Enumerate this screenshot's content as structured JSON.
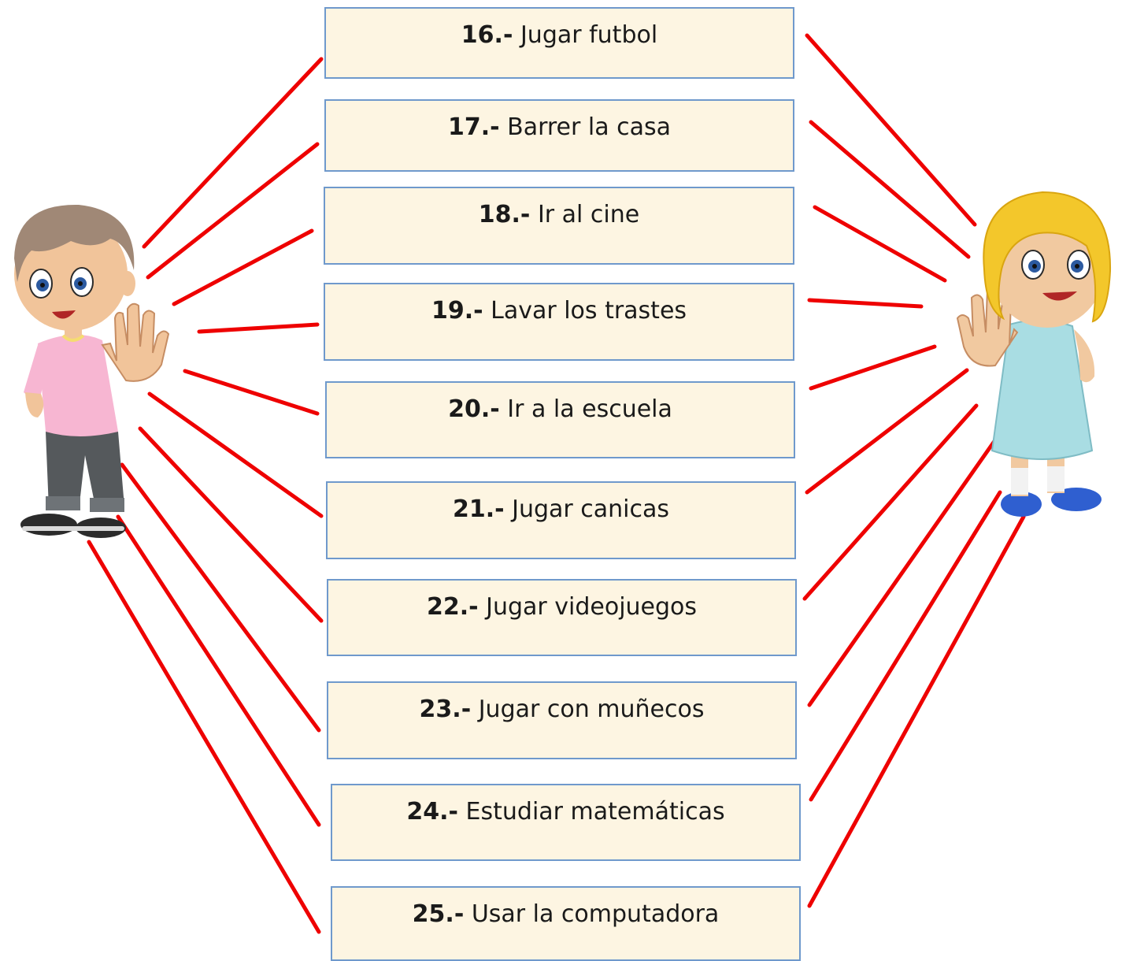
{
  "activities": [
    {
      "number": "16.-",
      "label": "Jugar futbol"
    },
    {
      "number": "17.-",
      "label": "Barrer la casa"
    },
    {
      "number": "18.-",
      "label": "Ir al cine"
    },
    {
      "number": "19.-",
      "label": "Lavar los trastes"
    },
    {
      "number": "20.-",
      "label": "Ir a la escuela"
    },
    {
      "number": "21.-",
      "label": "Jugar canicas"
    },
    {
      "number": "22.-",
      "label": "Jugar videojuegos"
    },
    {
      "number": "23.-",
      "label": "Jugar con muñecos"
    },
    {
      "number": "24.-",
      "label": "Estudiar matemáticas"
    },
    {
      "number": "25.-",
      "label": "Usar la computadora"
    }
  ],
  "colors": {
    "connector_line": "#ee0000",
    "box_fill": "#fdf5e2",
    "box_border": "#6f99cc"
  },
  "icons": {
    "left": "boy-waving-illustration",
    "right": "girl-waving-illustration"
  }
}
